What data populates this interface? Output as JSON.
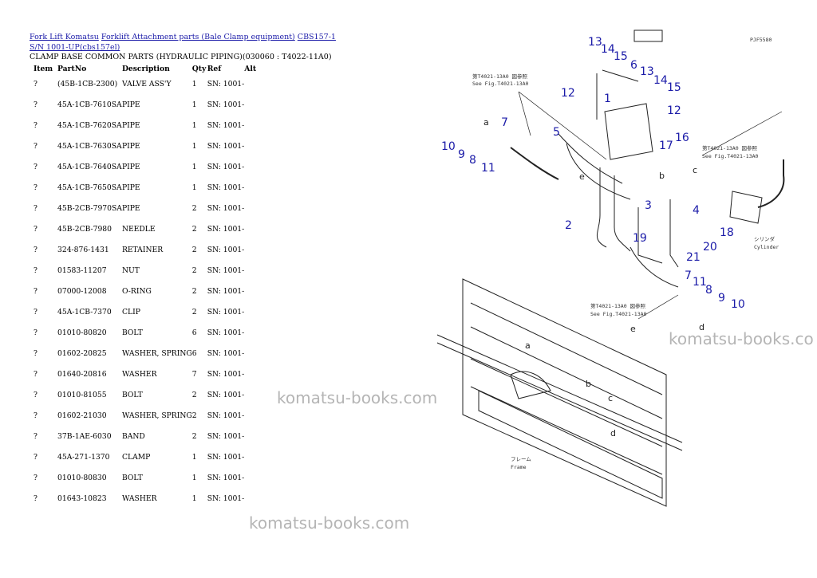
{
  "breadcrumb": {
    "links": [
      "Fork Lift Komatsu",
      "Forklift Attachment parts (Bale Clamp equipment)",
      "CBS157-1 S/N 1001-UP(cbs157el)"
    ]
  },
  "page_title": "CLAMP BASE COMMON PARTS (HYDRAULIC PIPING)(030060 : T4022-11A0)",
  "table": {
    "headers": [
      "Item",
      "PartNo",
      "Description",
      "Qty",
      "Ref",
      "Alt"
    ],
    "rows": [
      {
        "item": "?",
        "part_no": "(45B-1CB-2300)",
        "description": "VALVE ASS'Y",
        "qty": "1",
        "ref": "SN: 1001-",
        "alt": ""
      },
      {
        "item": "?",
        "part_no": "45A-1CB-7610SA",
        "description": "PIPE",
        "qty": "1",
        "ref": "SN: 1001-",
        "alt": ""
      },
      {
        "item": "?",
        "part_no": "45A-1CB-7620SA",
        "description": "PIPE",
        "qty": "1",
        "ref": "SN: 1001-",
        "alt": ""
      },
      {
        "item": "?",
        "part_no": "45A-1CB-7630SA",
        "description": "PIPE",
        "qty": "1",
        "ref": "SN: 1001-",
        "alt": ""
      },
      {
        "item": "?",
        "part_no": "45A-1CB-7640SA",
        "description": "PIPE",
        "qty": "1",
        "ref": "SN: 1001-",
        "alt": ""
      },
      {
        "item": "?",
        "part_no": "45A-1CB-7650SA",
        "description": "PIPE",
        "qty": "1",
        "ref": "SN: 1001-",
        "alt": ""
      },
      {
        "item": "?",
        "part_no": "45B-2CB-7970SA",
        "description": "PIPE",
        "qty": "2",
        "ref": "SN: 1001-",
        "alt": ""
      },
      {
        "item": "?",
        "part_no": "45B-2CB-7980",
        "description": "NEEDLE",
        "qty": "2",
        "ref": "SN: 1001-",
        "alt": ""
      },
      {
        "item": "?",
        "part_no": "324-876-1431",
        "description": "RETAINER",
        "qty": "2",
        "ref": "SN: 1001-",
        "alt": ""
      },
      {
        "item": "?",
        "part_no": "01583-11207",
        "description": "NUT",
        "qty": "2",
        "ref": "SN: 1001-",
        "alt": ""
      },
      {
        "item": "?",
        "part_no": "07000-12008",
        "description": "O-RING",
        "qty": "2",
        "ref": "SN: 1001-",
        "alt": ""
      },
      {
        "item": "?",
        "part_no": "45A-1CB-7370",
        "description": "CLIP",
        "qty": "2",
        "ref": "SN: 1001-",
        "alt": ""
      },
      {
        "item": "?",
        "part_no": "01010-80820",
        "description": "BOLT",
        "qty": "6",
        "ref": "SN: 1001-",
        "alt": ""
      },
      {
        "item": "?",
        "part_no": "01602-20825",
        "description": "WASHER, SPRING",
        "qty": "6",
        "ref": "SN: 1001-",
        "alt": ""
      },
      {
        "item": "?",
        "part_no": "01640-20816",
        "description": "WASHER",
        "qty": "7",
        "ref": "SN: 1001-",
        "alt": ""
      },
      {
        "item": "?",
        "part_no": "01010-81055",
        "description": "BOLT",
        "qty": "2",
        "ref": "SN: 1001-",
        "alt": ""
      },
      {
        "item": "?",
        "part_no": "01602-21030",
        "description": "WASHER, SPRING",
        "qty": "2",
        "ref": "SN: 1001-",
        "alt": ""
      },
      {
        "item": "?",
        "part_no": "37B-1AE-6030",
        "description": "BAND",
        "qty": "2",
        "ref": "SN: 1001-",
        "alt": ""
      },
      {
        "item": "?",
        "part_no": "45A-271-1370",
        "description": "CLAMP",
        "qty": "1",
        "ref": "SN: 1001-",
        "alt": ""
      },
      {
        "item": "?",
        "part_no": "01010-80830",
        "description": "BOLT",
        "qty": "1",
        "ref": "SN: 1001-",
        "alt": ""
      },
      {
        "item": "?",
        "part_no": "01643-10823",
        "description": "WASHER",
        "qty": "1",
        "ref": "SN: 1001-",
        "alt": ""
      }
    ]
  },
  "watermark_text": "komatsu-books.com",
  "watermark_text_cut": "komatsu-books.co",
  "diagram": {
    "code": "PJF5580",
    "callouts": [
      "1",
      "2",
      "3",
      "4",
      "5",
      "6",
      "7",
      "7",
      "8",
      "8",
      "9",
      "9",
      "10",
      "10",
      "11",
      "11",
      "12",
      "12",
      "13",
      "13",
      "14",
      "14",
      "15",
      "15",
      "16",
      "17",
      "18",
      "19",
      "20",
      "21"
    ],
    "letters": [
      "a",
      "a",
      "b",
      "b",
      "c",
      "c",
      "d",
      "d",
      "e",
      "e"
    ],
    "refs": [
      {
        "jp": "第T4021-13A0 図参照",
        "en": "See Fig.T4021-13A0"
      },
      {
        "jp": "第T4021-13A0 図参照",
        "en": "See Fig.T4021-13A0"
      },
      {
        "jp": "第T4021-13A0 図参照",
        "en": "See Fig.T4021-13A0"
      }
    ],
    "cylinder_jp": "シリンダ",
    "cylinder_en": "Cylinder",
    "frame_jp": "フレーム",
    "frame_en": "Frame"
  }
}
